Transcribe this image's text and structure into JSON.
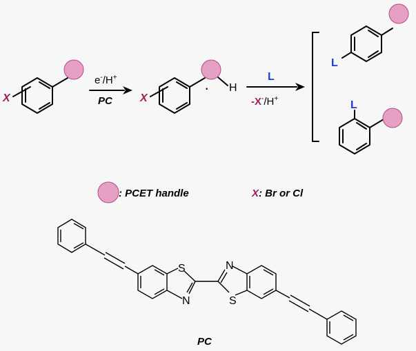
{
  "reaction": {
    "x_label": "X",
    "h_label": "H",
    "radical_dot": "·",
    "step1_reagent_e": "e",
    "step1_reagent_e_sup": "-",
    "step1_reagent_h": "/H",
    "step1_reagent_h_sup": "+",
    "step1_catalyst": "PC",
    "step2_reagent": "L",
    "step2_byproduct_x": "-X",
    "step2_byproduct_x_sup": "-",
    "step2_byproduct_h": "/H",
    "step2_byproduct_h_sup": "+",
    "para_l": "L",
    "ortho_l": "L"
  },
  "legend": {
    "handle_text": ": PCET handle",
    "x_label": "X",
    "x_text": ": Br or Cl"
  },
  "catalyst": {
    "s_top": "S",
    "n_top": "N",
    "n_bottom": "N",
    "s_bottom": "S",
    "name": "PC"
  },
  "colors": {
    "handle_fill": "#e6a0c3",
    "handle_stroke": "#b04d85",
    "x_color": "#9c1f5b",
    "l_color": "#1f3bd6"
  }
}
